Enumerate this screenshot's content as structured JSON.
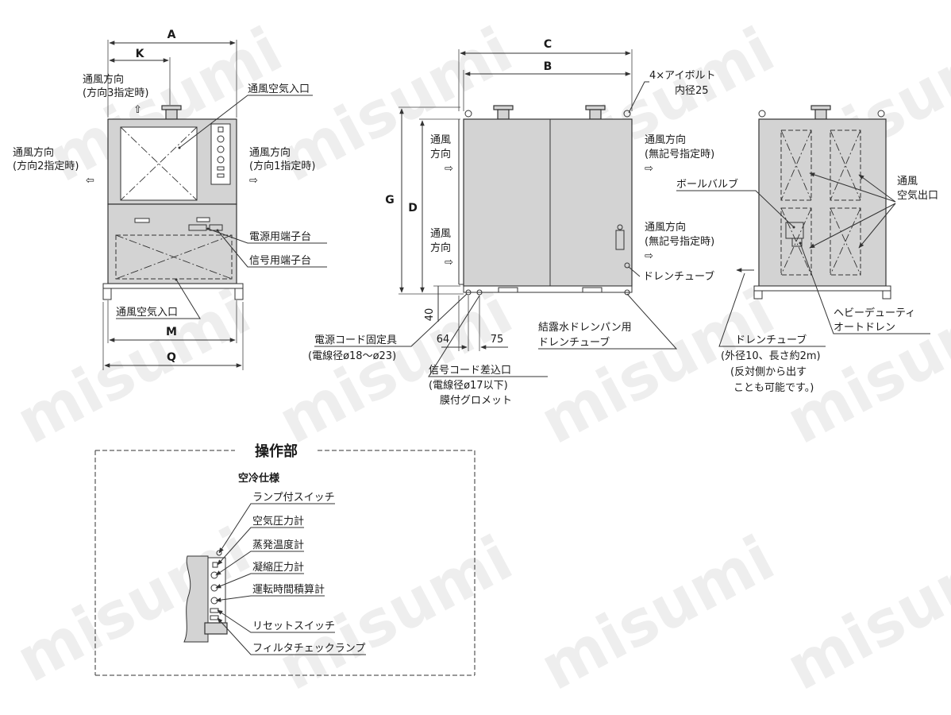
{
  "watermark": "misumi",
  "front_view": {
    "dim_A": "A",
    "dim_K": "K",
    "dim_M": "M",
    "dim_Q": "Q",
    "airflow_dir3_l1": "通風方向",
    "airflow_dir3_l2": "(方向3指定時)",
    "airflow_dir2_l1": "通風方向",
    "airflow_dir2_l2": "(方向2指定時)",
    "airflow_dir1_l1": "通風方向",
    "airflow_dir1_l2": "(方向1指定時)",
    "air_inlet_top": "通風空気入口",
    "power_terminal": "電源用端子台",
    "signal_terminal": "信号用端子台",
    "air_inlet_bottom": "通風空気入口",
    "arrow_up": "⇧",
    "arrow_left": "⇦",
    "arrow_right": "⇨"
  },
  "side_view": {
    "dim_C": "C",
    "dim_B": "B",
    "dim_G": "G",
    "dim_D": "D",
    "dim_40": "40",
    "dim_64": "64",
    "dim_75": "75",
    "eyebolt_l1": "4×アイボルト",
    "eyebolt_l2": "内径25",
    "airflow_left1_l1": "通風",
    "airflow_left1_l2": "方向",
    "airflow_left2_l1": "通風",
    "airflow_left2_l2": "方向",
    "airflow_right1_l1": "通風方向",
    "airflow_right1_l2": "(無記号指定時)",
    "airflow_right2_l1": "通風方向",
    "airflow_right2_l2": "(無記号指定時)",
    "drain_tube": "ドレンチューブ",
    "power_cord_l1": "電源コード固定具",
    "power_cord_l2": "(電線径ø18〜ø23)",
    "signal_cord_l1": "信号コード差込口",
    "signal_cord_l2": "(電線径ø17以下)",
    "signal_cord_l3": "膜付グロメット",
    "condensate_l1": "結露水ドレンパン用",
    "condensate_l2": "ドレンチューブ",
    "arrow_right": "⇨"
  },
  "rear_view": {
    "ball_valve": "ボールバルブ",
    "air_outlet_l1": "通風",
    "air_outlet_l2": "空気出口",
    "auto_drain_l1": "ヘビーデューティ",
    "auto_drain_l2": "オートドレン",
    "drain_tube_l1": "ドレンチューブ",
    "drain_tube_l2": "(外径10、長さ約2m)",
    "drain_tube_l3": "(反対側から出す",
    "drain_tube_l4": "ことも可能です。)"
  },
  "operation_panel": {
    "title": "操作部",
    "subtitle": "空冷仕様",
    "labels": [
      "ランプ付スイッチ",
      "空気圧力計",
      "蒸発温度計",
      "凝縮圧力計",
      "運転時間積算計",
      "リセットスイッチ",
      "フィルタチェックランプ"
    ]
  }
}
